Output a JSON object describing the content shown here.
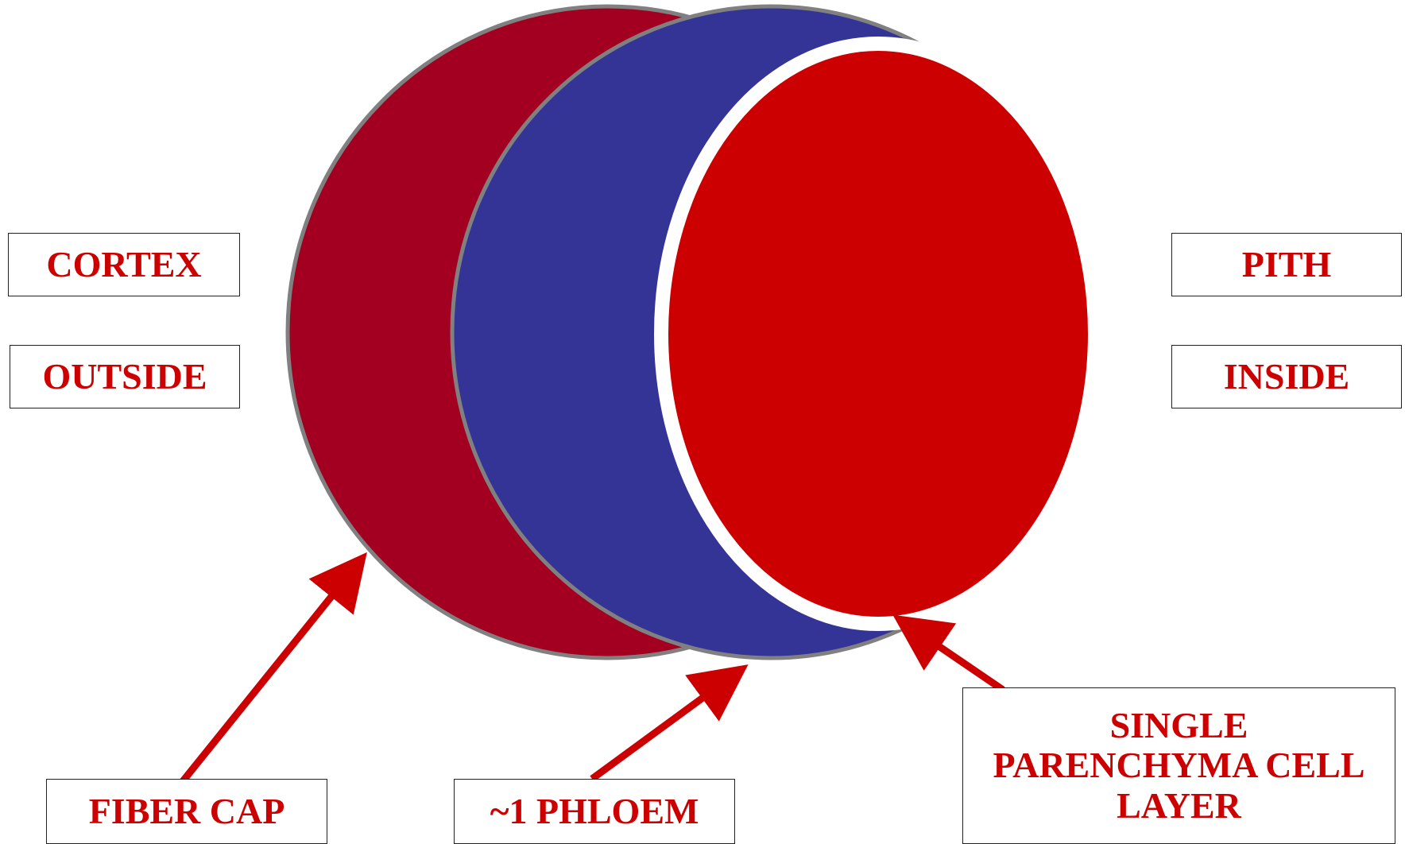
{
  "labels": {
    "cortex": "CORTEX",
    "outside": "OUTSIDE",
    "pith": "PITH",
    "inside": "INSIDE",
    "fiber_cap": "FIBER CAP",
    "phloem": "~1 PHLOEM",
    "parenchyma": {
      "line1": "SINGLE",
      "line2": "PARENCHYMA CELL",
      "line3": "LAYER"
    }
  },
  "colors": {
    "fiber_cap": "#a30021",
    "phloem": "#343396",
    "parenchyma": "#cc0000",
    "outline": "#808080",
    "text": "#cc0000",
    "arrow": "#cc0000"
  }
}
